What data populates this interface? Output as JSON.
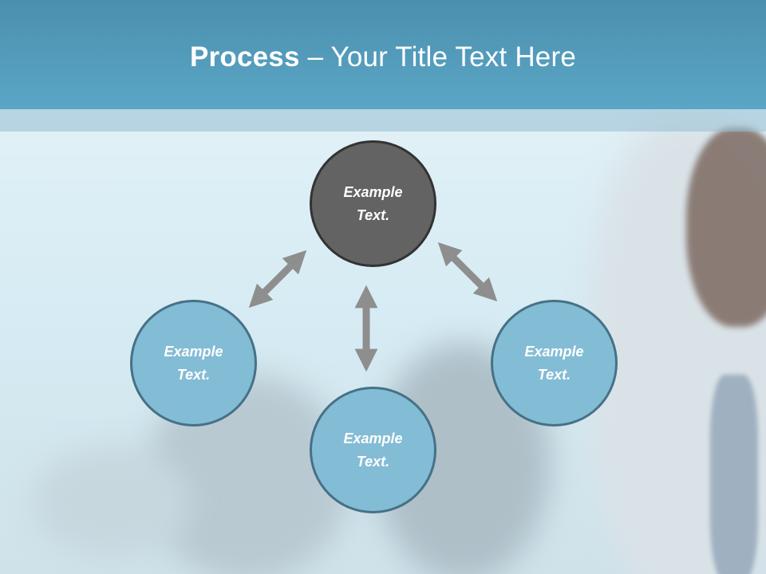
{
  "slide": {
    "title_bold": "Process",
    "title_rest": " – Your Title Text Here"
  },
  "diagram": {
    "top_node": "Example Text.",
    "left_node": "Example Text.",
    "bottom_node": "Example Text.",
    "right_node": "Example Text."
  },
  "colors": {
    "title_bar": "#5aa6c6",
    "dark_node": "#636363",
    "light_node": "#83bcd5",
    "arrow": "#8e8e8e"
  }
}
